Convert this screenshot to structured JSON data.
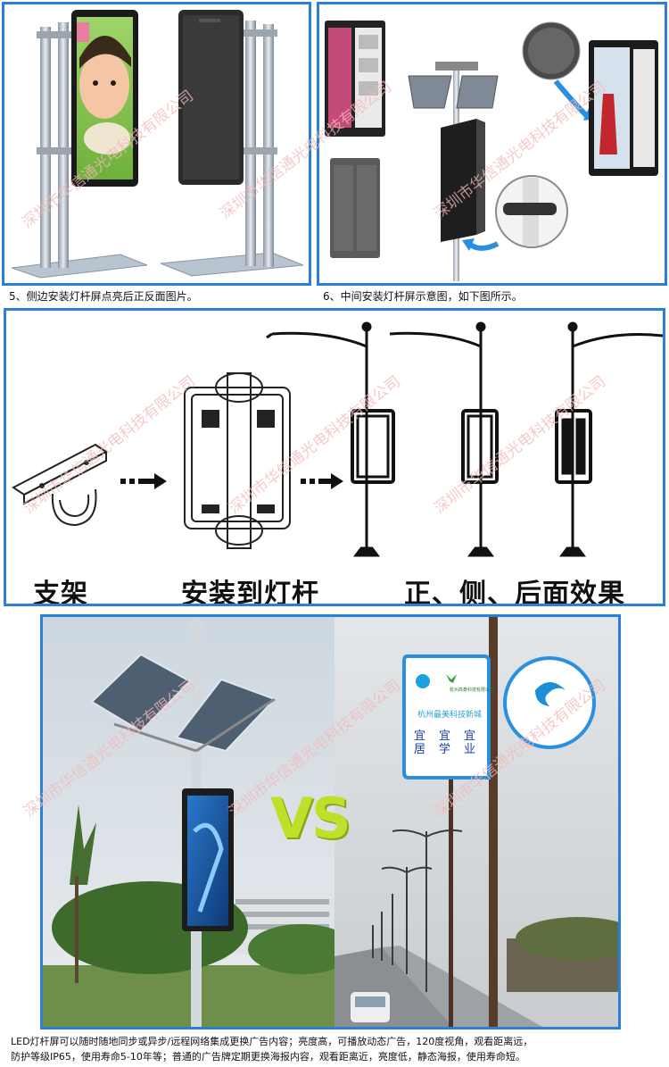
{
  "captions": {
    "panel1": "5、侧边安装灯杆屏点亮后正反面图片。",
    "panel2": "6、中间安装灯杆屏示意图，如下图所示。"
  },
  "diagram": {
    "label_bracket": "支架",
    "label_install": "安装到灯杆",
    "label_effect": "正、侧、后面效果"
  },
  "comparison": {
    "vs_label": "VS",
    "sign_top_text": "杭州高泰科技有限公司",
    "sign_slogan": "杭州最美科技新城",
    "sign_words": [
      "宜居",
      "宜学",
      "宜业"
    ]
  },
  "watermark_text": "深圳市华信通光电科技有限公司",
  "footer": {
    "line1": "LED灯杆屏可以随时随地同步或异步/远程网络集成更换广告内容；亮度高，可播放动态广告，120度视角，观看距离远，",
    "line2": "防护等级IP65，使用寿命5-10年等；普通的广告牌定期更换海报内容，观看距离近，亮度低，静态海报，使用寿命短。"
  },
  "colors": {
    "frame_blue": "#2b7fd6",
    "watermark": "#f2b9b9",
    "vs_green": "#bfe02a"
  }
}
